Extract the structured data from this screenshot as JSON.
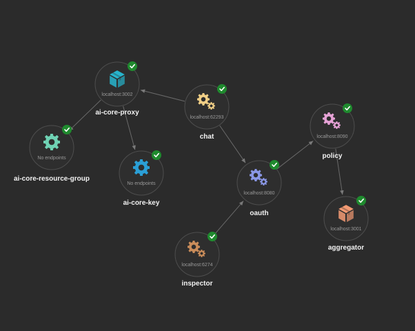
{
  "colors": {
    "background": "#2b2b2b",
    "status_ok": "#1f8a2e",
    "edge": "#6a6a6a"
  },
  "nodes": [
    {
      "id": "ai-core-proxy",
      "name": "ai-core-proxy",
      "endpoint": "localhost:3002",
      "icon": "package-icon",
      "color": "#27b4cc",
      "status": "healthy"
    },
    {
      "id": "chat",
      "name": "chat",
      "endpoint": "localhost:62293",
      "icon": "gears-icon",
      "color": "#f1cf86",
      "status": "healthy"
    },
    {
      "id": "ai-core-resource-group",
      "name": "ai-core-resource-group",
      "endpoint": "No endpoints",
      "icon": "gear-icon",
      "color": "#6fd2b4",
      "status": "healthy"
    },
    {
      "id": "ai-core-key",
      "name": "ai-core-key",
      "endpoint": "No endpoints",
      "icon": "gear-icon",
      "color": "#2a9fd6",
      "status": "healthy"
    },
    {
      "id": "oauth",
      "name": "oauth",
      "endpoint": "localhost:8080",
      "icon": "gears-icon",
      "color": "#8a97e6",
      "status": "healthy"
    },
    {
      "id": "policy",
      "name": "policy",
      "endpoint": "localhost:8090",
      "icon": "gears-icon",
      "color": "#e6a2d6",
      "status": "healthy"
    },
    {
      "id": "aggregator",
      "name": "aggregator",
      "endpoint": "localhost:3001",
      "icon": "package-icon",
      "color": "#f39a73",
      "status": "healthy"
    },
    {
      "id": "inspector",
      "name": "inspector",
      "endpoint": "localhost:6274",
      "icon": "gears-icon",
      "color": "#c98c5a",
      "status": "healthy"
    }
  ],
  "edges": [
    {
      "from": "chat",
      "to": "ai-core-proxy"
    },
    {
      "from": "ai-core-proxy",
      "to": "ai-core-resource-group"
    },
    {
      "from": "ai-core-proxy",
      "to": "ai-core-key"
    },
    {
      "from": "chat",
      "to": "oauth"
    },
    {
      "from": "oauth",
      "to": "policy"
    },
    {
      "from": "policy",
      "to": "aggregator"
    },
    {
      "from": "inspector",
      "to": "oauth"
    }
  ]
}
